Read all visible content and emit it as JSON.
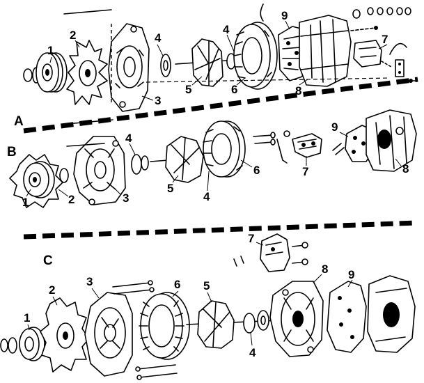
{
  "figure": {
    "sections": [
      {
        "id": "A",
        "label": "A"
      },
      {
        "id": "B",
        "label": "B"
      },
      {
        "id": "C",
        "label": "C"
      }
    ],
    "callouts": {
      "A": [
        "1",
        "2",
        "3",
        "4",
        "4",
        "5",
        "6",
        "7",
        "8",
        "9"
      ],
      "B": [
        "1",
        "2",
        "3",
        "4",
        "4",
        "5",
        "6",
        "7",
        "8",
        "9"
      ],
      "C": [
        "1",
        "2",
        "3",
        "4",
        "5",
        "6",
        "7",
        "8",
        "9"
      ]
    }
  }
}
